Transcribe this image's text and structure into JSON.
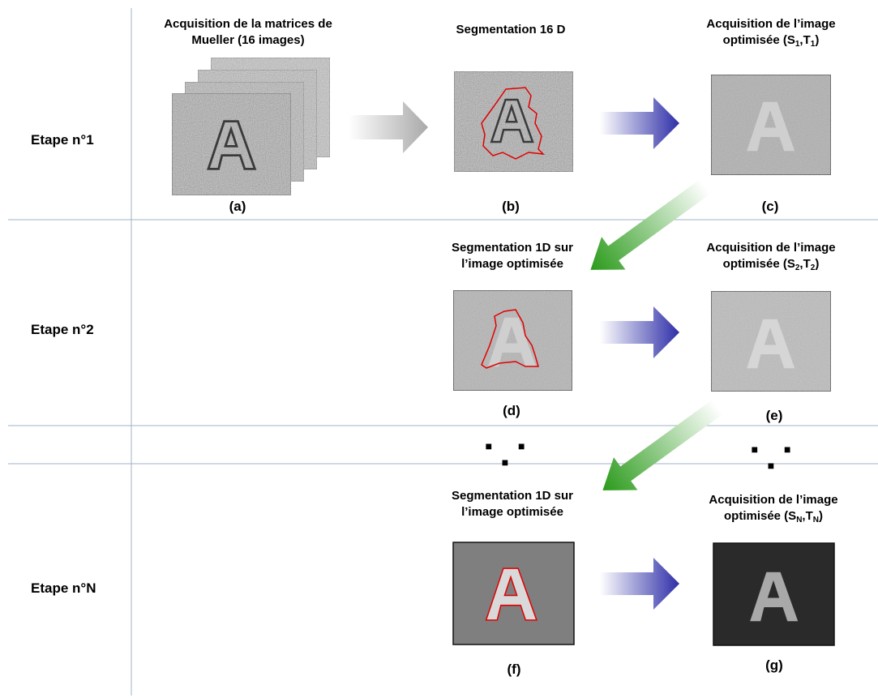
{
  "stages": {
    "s1": "Etape n°1",
    "s2": "Etape n°2",
    "sN": "Etape n°N"
  },
  "headings": {
    "a_line1": "Acquisition de la matrices de",
    "a_line2": "Mueller (16 images)",
    "b": "Segmentation 16 D",
    "acq_line1": "Acquisition de l’image",
    "acq_prefix": "optimisée (S",
    "acq_mid": ",T",
    "acq_suffix": ")",
    "seg_line1": "Segmentation 1D sur",
    "seg_line2": "l’image optimisée",
    "sub_1": "1",
    "sub_2": "2",
    "sub_N": "N"
  },
  "captions": {
    "a": "(a)",
    "b": "(b)",
    "c": "(c)",
    "d": "(d)",
    "e": "(e)",
    "f": "(f)",
    "g": "(g)"
  },
  "ellipsis": "■ ■ ■",
  "letter": "A",
  "colors": {
    "grid_line": "#9fb3c8",
    "gray_arrow": "#a9a9a9",
    "blue_arrow": "#2e2ea8",
    "green_arrow": "#2a9a1a",
    "contour": "#e00000",
    "panel_dark": "#2a2a2a",
    "panel_mid": "#7f7f7f"
  }
}
